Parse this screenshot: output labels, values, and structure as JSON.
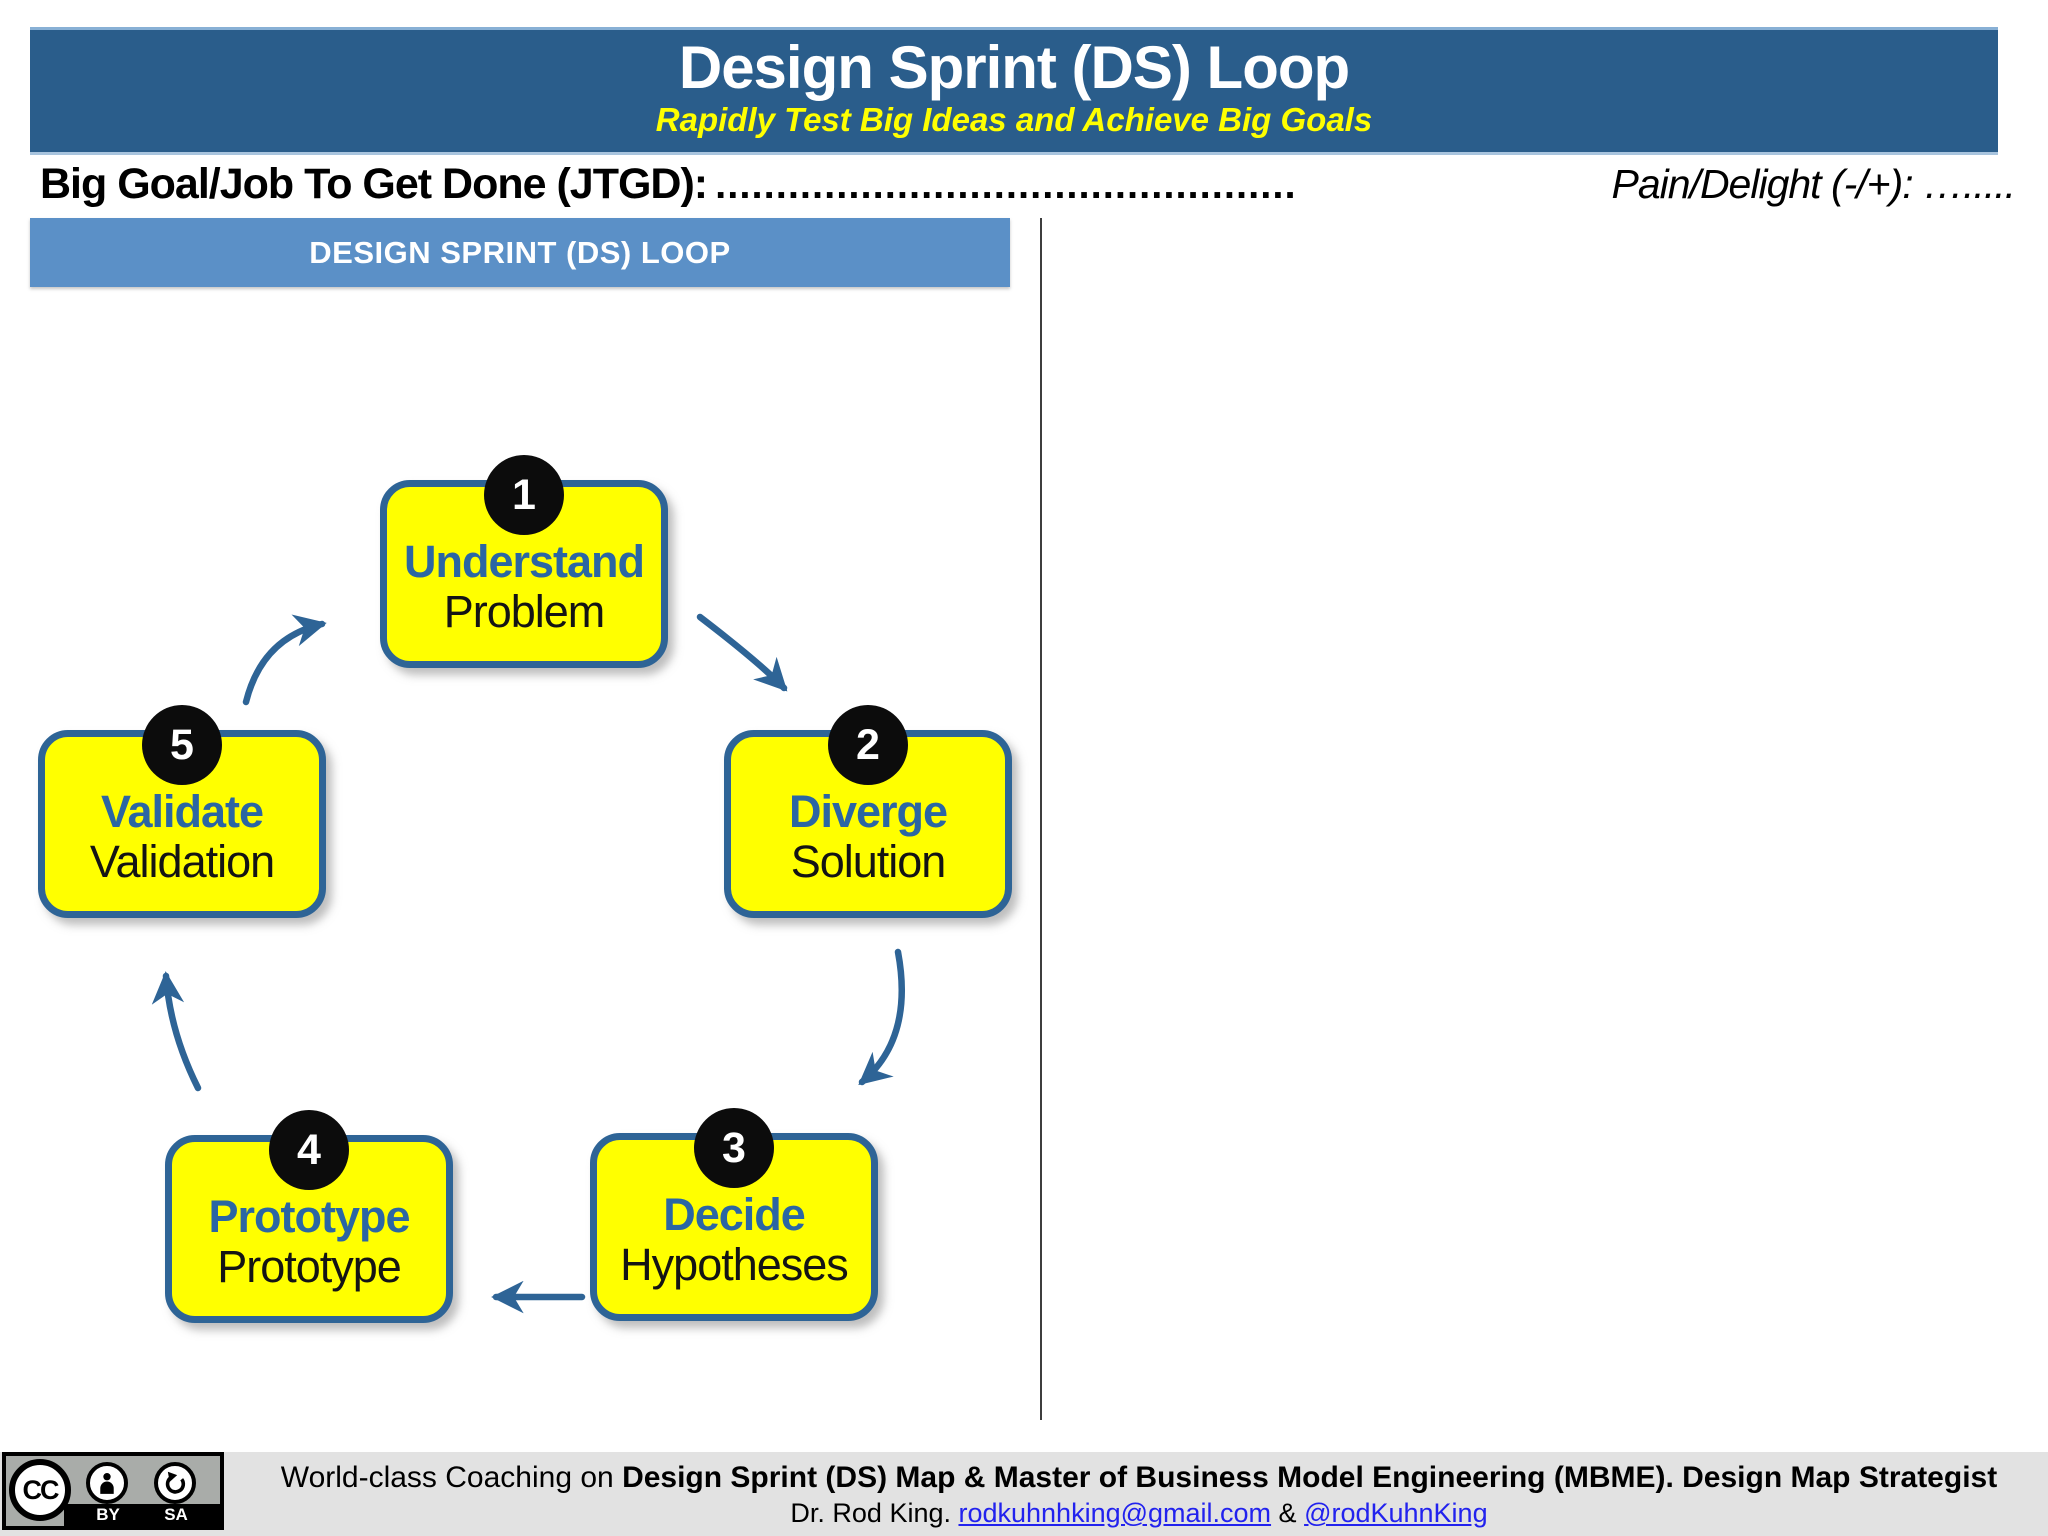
{
  "header": {
    "title": "Design Sprint (DS) Loop",
    "subtitle": "Rapidly Test Big Ideas and Achieve Big Goals"
  },
  "goal_row": {
    "label": "Big Goal/Job To Get Done (JTGD):",
    "dots": "................................................",
    "pain_label": "Pain/Delight (-/+): …....."
  },
  "panel": {
    "title": "DESIGN SPRINT (DS) LOOP"
  },
  "steps": [
    {
      "number": "1",
      "title": "Understand",
      "subtitle": "Problem"
    },
    {
      "number": "2",
      "title": "Diverge",
      "subtitle": "Solution"
    },
    {
      "number": "3",
      "title": "Decide",
      "subtitle": "Hypotheses"
    },
    {
      "number": "4",
      "title": "Prototype",
      "subtitle": "Prototype"
    },
    {
      "number": "5",
      "title": "Validate",
      "subtitle": "Validation"
    }
  ],
  "footer": {
    "line1_regular": "World-class Coaching on ",
    "line1_bold": "Design Sprint (DS) Map & Master of Business Model Engineering (MBME). Design Map Strategist",
    "line2_prefix": "Dr. Rod King. ",
    "line2_email": "rodkuhnhking@gmail.com",
    "line2_amp": " & ",
    "line2_handle": "@rodKuhnKing",
    "license": {
      "cc": "CC",
      "by": "BY",
      "sa": "SA"
    }
  },
  "colors": {
    "banner_bg": "#2a5d8b",
    "panel_header_bg": "#5b90c7",
    "step_fill": "#ffff00",
    "step_border": "#2e6496",
    "step_title": "#2b66a3",
    "arrow": "#2e6496",
    "footer_bg": "#e2e2e2",
    "link": "#2222ee",
    "badge_bg": "#0c0c0c"
  }
}
